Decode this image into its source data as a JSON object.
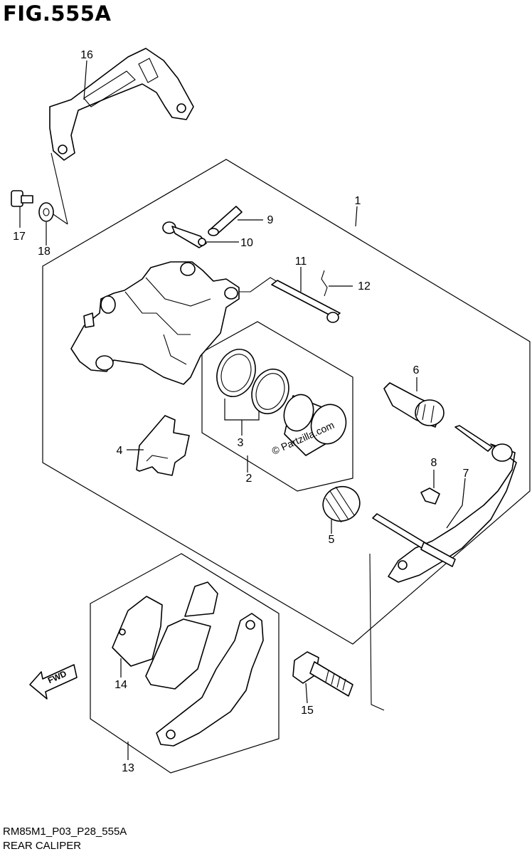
{
  "figure_title": "FIG.555A",
  "watermark": "© Partzilla.com",
  "direction_label": "FWD",
  "callouts": [
    "1",
    "2",
    "3",
    "4",
    "5",
    "6",
    "7",
    "8",
    "9",
    "10",
    "11",
    "12",
    "13",
    "14",
    "15",
    "16",
    "17",
    "18"
  ],
  "footer": {
    "code": "RM85M1_P03_P28_555A",
    "name": "REAR CALIPER"
  }
}
